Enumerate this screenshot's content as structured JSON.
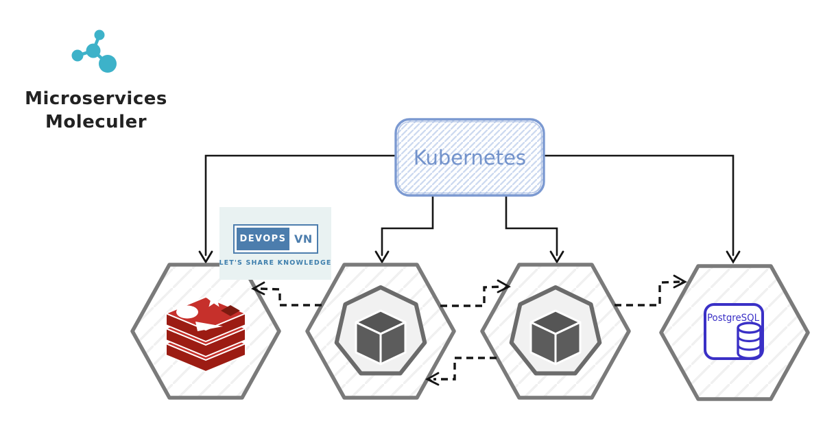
{
  "brand": {
    "title_line1": "Microservices",
    "title_line2": "Moleculer",
    "icon": "molecule-icon",
    "accent_color": "#3db2c9"
  },
  "orchestrator": {
    "label": "Kubernetes",
    "stroke_color": "#7b99d1",
    "text_color": "#7292cb"
  },
  "watermark": {
    "brand_primary": "DEVOPS",
    "brand_secondary": "VN",
    "tagline": "LET'S SHARE KNOWLEDGE",
    "accent_color": "#4c7dad"
  },
  "nodes": [
    {
      "id": "redis",
      "shape": "hexagon",
      "icon": "redis-icon",
      "label": ""
    },
    {
      "id": "service-1",
      "shape": "hexagon",
      "icon": "package-cube-icon",
      "label": ""
    },
    {
      "id": "service-2",
      "shape": "hexagon",
      "icon": "package-cube-icon",
      "label": ""
    },
    {
      "id": "postgresql",
      "shape": "hexagon",
      "icon": "postgresql-icon",
      "label": "PostgreSQL"
    }
  ],
  "connections": {
    "solid": [
      {
        "from": "kubernetes",
        "to": "redis"
      },
      {
        "from": "kubernetes",
        "to": "service-1"
      },
      {
        "from": "kubernetes",
        "to": "service-2"
      },
      {
        "from": "kubernetes",
        "to": "postgresql"
      }
    ],
    "dashed": [
      {
        "from": "service-1",
        "to": "redis"
      },
      {
        "from": "service-1",
        "to": "service-2"
      },
      {
        "from": "service-2",
        "to": "service-1"
      },
      {
        "from": "service-2",
        "to": "postgresql"
      }
    ]
  },
  "colors": {
    "hexagon_border": "#7a7a7a",
    "redis_red": "#c6302b",
    "redis_dark_red": "#9c1c13",
    "redis_hole": "#7d1a10",
    "cube_gray": "#5c5c5c",
    "postgres_blue": "#3a30c6",
    "arrow_black": "#151515"
  }
}
